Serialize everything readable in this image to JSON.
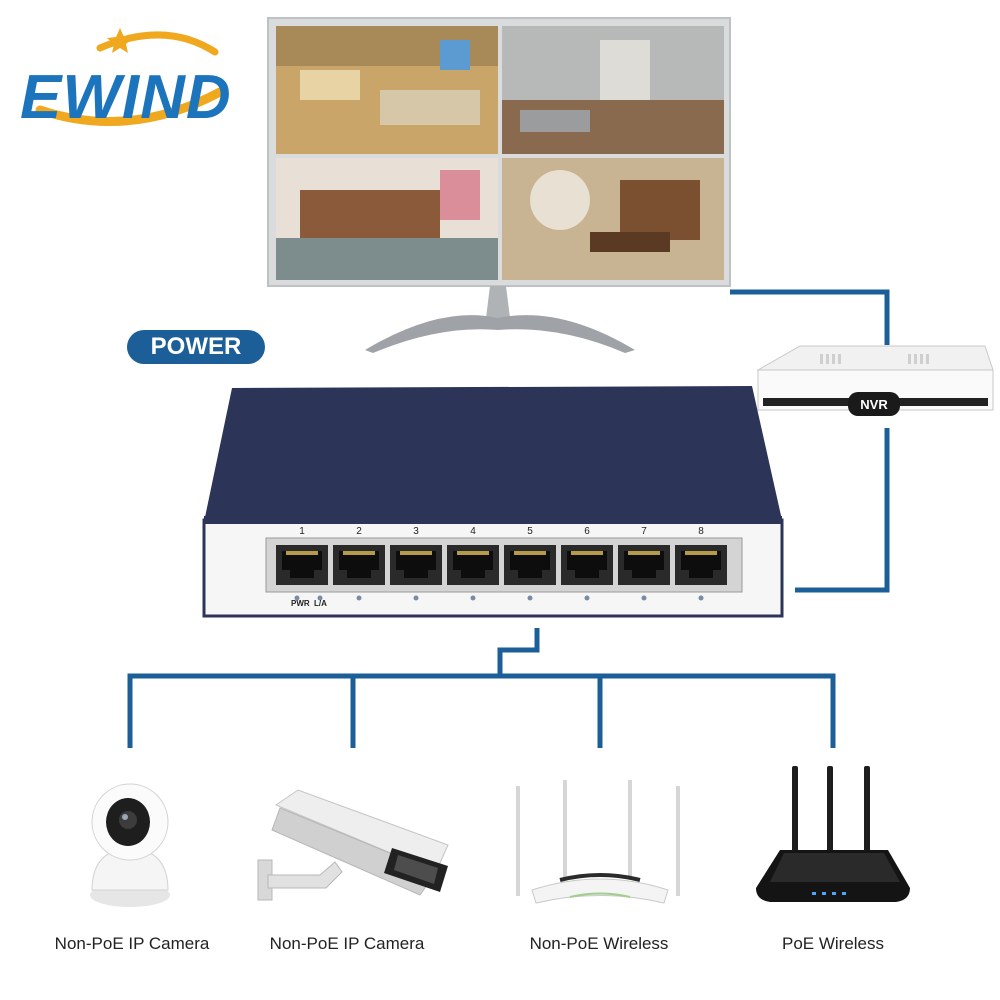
{
  "brand": {
    "logo_text": "EWIND",
    "logo_color": "#1c74bd",
    "swoosh_color": "#f0a81e"
  },
  "power_label": "POWER",
  "nvr_label": "NVR",
  "switch": {
    "port_numbers": [
      "1",
      "2",
      "3",
      "4",
      "5",
      "6",
      "7",
      "8"
    ],
    "pwr_label": "PWR",
    "link_label": "L/A",
    "body_color": "#2c3558"
  },
  "devices": [
    {
      "label": "Non-PoE IP Camera",
      "icon": "dome-camera-icon"
    },
    {
      "label": "Non-PoE IP Camera",
      "icon": "bullet-camera-icon"
    },
    {
      "label": "Non-PoE Wireless",
      "icon": "wireless-router-icon"
    },
    {
      "label": "PoE Wireless",
      "icon": "wireless-router-icon"
    }
  ],
  "colors": {
    "connector": "#1c5f98",
    "badge": "#1c5f98"
  }
}
